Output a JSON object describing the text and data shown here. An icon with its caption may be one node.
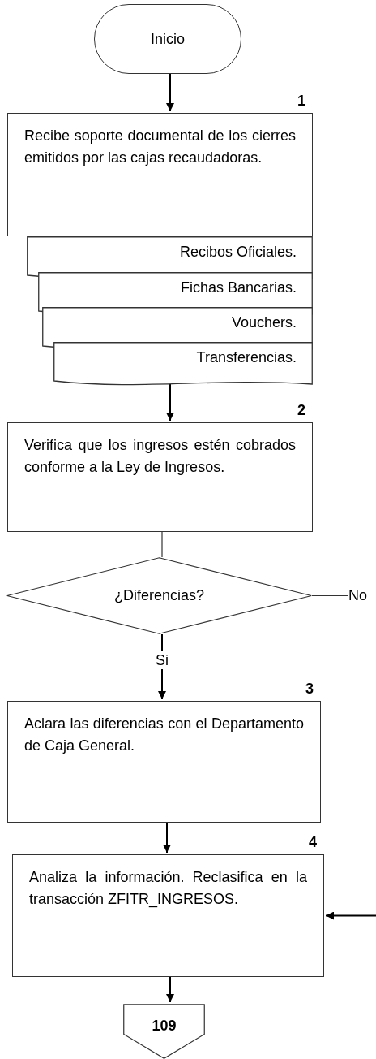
{
  "diagram": {
    "nodes": [
      {
        "text": [
          "Inicio"
        ]
      },
      {
        "text": [
          "Recibe soporte documental de los cierres emitidos por las cajas recaudadoras."
        ],
        "beside": [
          "1"
        ]
      },
      {
        "text": [
          "Recibos Oficiales."
        ]
      },
      {
        "text": [
          "Fichas Bancarias."
        ]
      },
      {
        "text": [
          "Vouchers."
        ]
      },
      {
        "text": [
          "Transferencias."
        ]
      },
      {
        "text": [
          "Verifica que los ingresos estén cobrados conforme a la Ley de Ingresos."
        ],
        "beside": [
          "2"
        ]
      },
      {
        "text": [
          "¿Diferencias?"
        ]
      },
      {
        "text": [
          "No"
        ]
      },
      {
        "text": [
          "Aclara las diferencias con el Departamento de Caja General."
        ],
        "beside": [
          "3"
        ]
      },
      {
        "text": [
          "Analiza la información. Reclasifica en la transacción ZFITR_INGRESOS."
        ],
        "beside": [
          "4"
        ]
      },
      {
        "text": [
          "109"
        ]
      }
    ],
    "edges": [
      {
        "from": 0,
        "to": 1,
        "arrow": "to"
      },
      {
        "from": 5,
        "to": 6,
        "arrow": "to"
      },
      {
        "from": 6,
        "to": 7,
        "arrow": "none"
      },
      {
        "from": 7,
        "to": 9,
        "arrow": "to",
        "label": "Si"
      },
      {
        "from": 7,
        "to": 8,
        "arrow": "none"
      },
      {
        "from": 9,
        "to": 10,
        "arrow": "to"
      },
      {
        "from": null,
        "to": 10,
        "arrow": "to"
      },
      {
        "from": 10,
        "to": 11,
        "arrow": "to"
      }
    ]
  }
}
